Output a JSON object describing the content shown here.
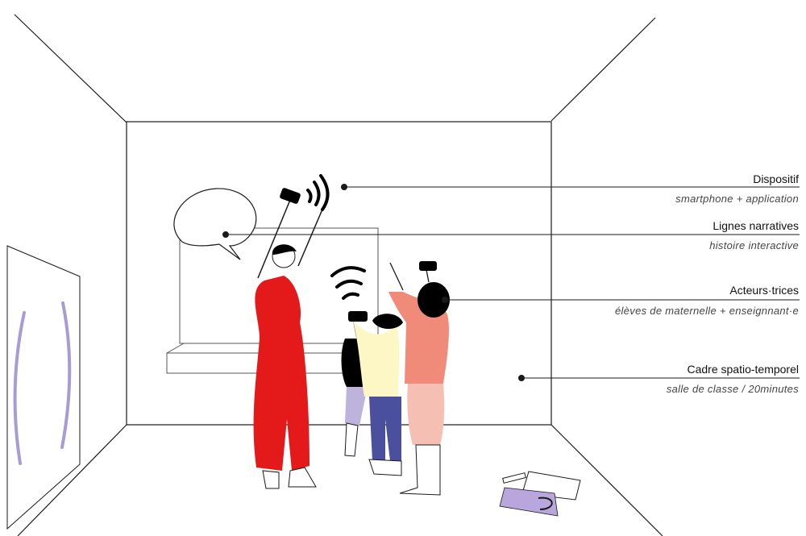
{
  "annotations": [
    {
      "title": "Dispositif",
      "subtitle": "smartphone + application"
    },
    {
      "title": "Lignes narratives",
      "subtitle": "histoire interactive"
    },
    {
      "title": "Acteurs·trices",
      "subtitle": "élèves de maternelle + enseignnant·e"
    },
    {
      "title": "Cadre spatio-temporel",
      "subtitle": "salle de classe / 20minutes"
    }
  ],
  "colors": {
    "line": "#1a1a1a",
    "teacher": "#e3191a",
    "child_coral_top": "#ef8b78",
    "child_coral_bottom": "#f6bfb3",
    "child_yellow_top": "#fdf7c6",
    "child_blue_pants": "#4a4f9e",
    "child_lilac_pants": "#bdb3dc",
    "lavender": "#a99bd3",
    "paper": "#b9a6dc"
  },
  "icons": [
    "speech-bubble-icon",
    "smartphone-icon",
    "wifi-signal-icon",
    "pencil-icon"
  ]
}
